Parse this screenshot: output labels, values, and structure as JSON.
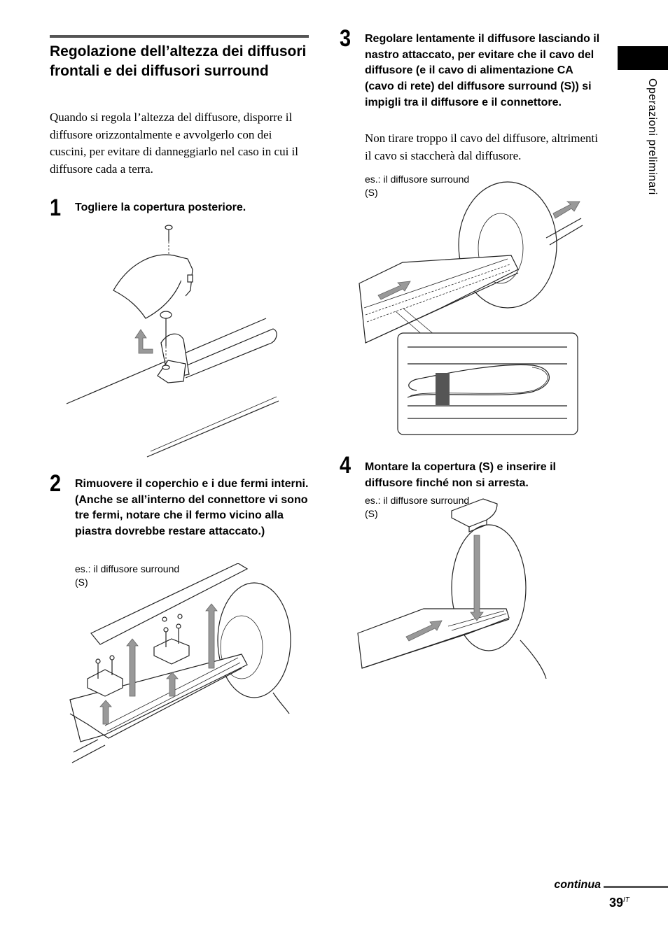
{
  "section": {
    "title": "Regolazione dell’altezza dei diffusori frontali e dei diffusori surround",
    "intro": "Quando si regola l’altezza del diffusore, disporre il diffusore orizzontalmente e avvolgerlo con dei cuscini, per evitare di danneggiarlo nel caso in cui il diffusore cada a terra."
  },
  "steps": [
    {
      "number": "1",
      "text": "Togliere la copertura posteriore."
    },
    {
      "number": "2",
      "text": "Rimuovere il coperchio e i due fermi interni. (Anche se all’interno del connettore vi sono tre fermi, notare che il fermo vicino alla piastra dovrebbe restare attaccato.)",
      "caption": "es.: il diffusore surround (S)"
    },
    {
      "number": "3",
      "text": "Regolare lentamente il diffusore lasciando il nastro attaccato, per evitare che il cavo del diffusore (e il cavo di alimentazione CA (cavo di rete) del diffusore surround (S)) si impigli tra il diffusore e il connettore.",
      "note": "Non tirare troppo il cavo del diffusore, altrimenti il cavo si staccherà dal diffusore.",
      "caption": "es.: il diffusore surround (S)"
    },
    {
      "number": "4",
      "text": "Montare la copertura (S) e inserire il diffusore finché non si arresta.",
      "caption": "es.: il diffusore surround (S)"
    }
  ],
  "side_tab": {
    "label": "Operazioni preliminari"
  },
  "footer": {
    "continua": "continua",
    "page_number": "39",
    "page_suffix": "IT"
  }
}
